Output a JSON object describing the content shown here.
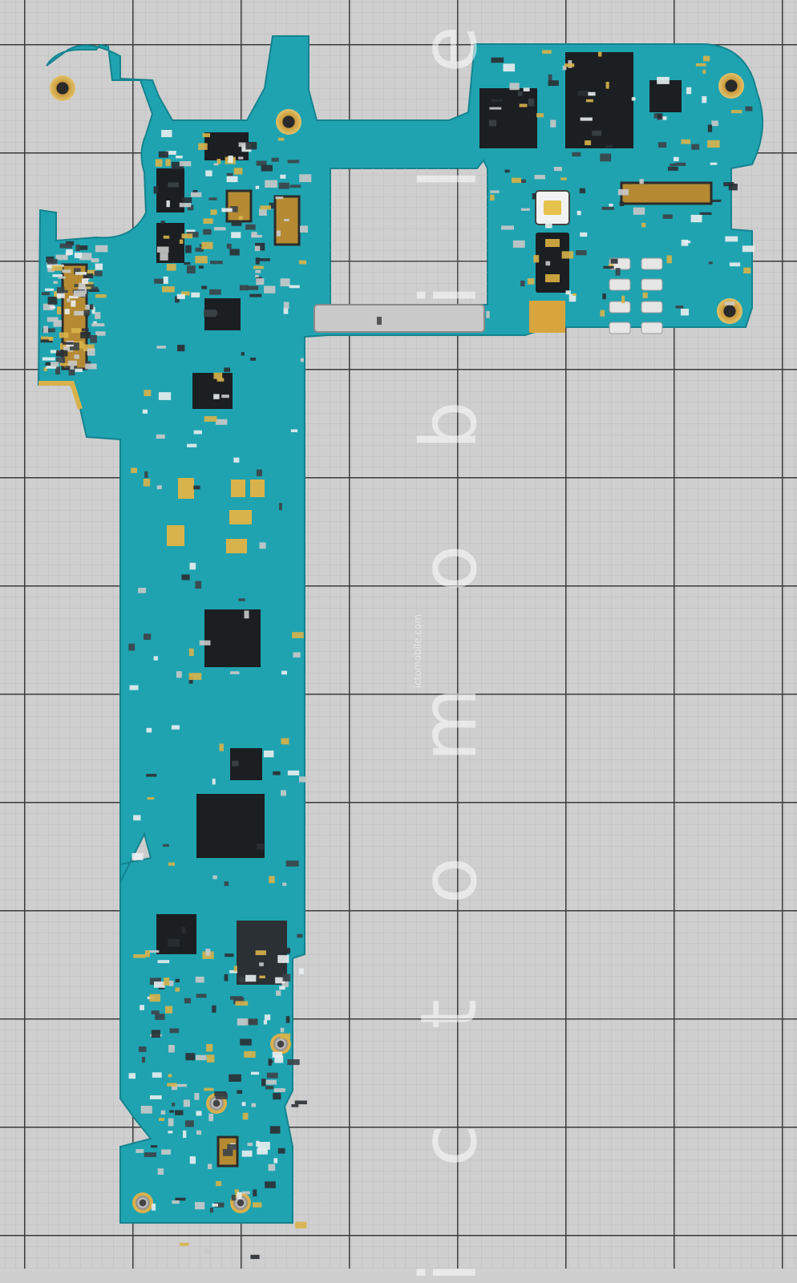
{
  "scene": {
    "subject": "smartphone-main-logic-board",
    "background": "cutting-mat-grid",
    "colors": {
      "mat": "#cfcfcf",
      "grid_line": "#3a3a3a",
      "pcb": "#1fa3b0",
      "pcb_dark": "#17828d",
      "chip": "#1b1f22",
      "gold": "#d8b24a",
      "component": "#e9eef0"
    }
  },
  "watermark": {
    "brand_text": "i c t o m o b i l e",
    "url_text": "ictomobile.com"
  }
}
